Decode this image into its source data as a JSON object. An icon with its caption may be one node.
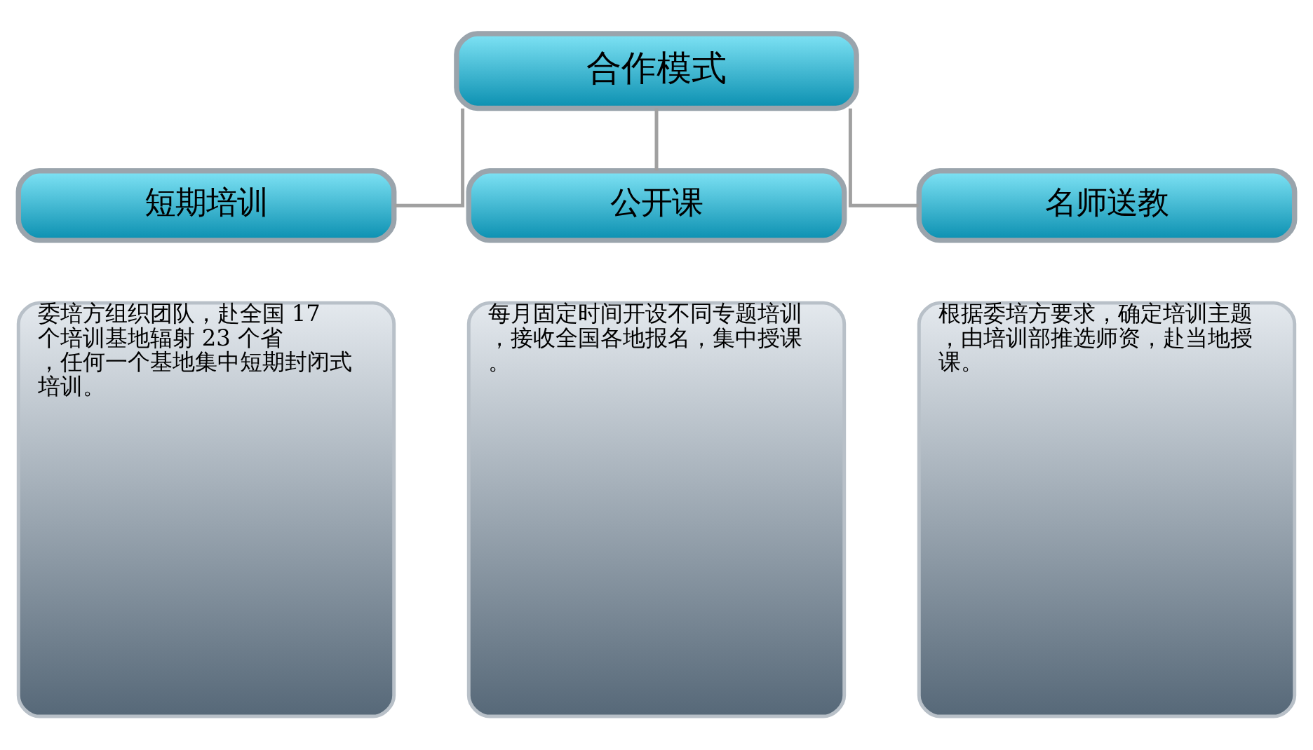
{
  "diagram": {
    "nodes": [
      {
        "text": [
          "合作模式"
        ]
      },
      {
        "text": [
          "短期培训"
        ]
      },
      {
        "text": [
          "公开课"
        ]
      },
      {
        "text": [
          "名师送教"
        ]
      },
      {
        "text": [
          "委培方组织团队，赴全国 17 个培训基地辐射 23 个省，任何一个基地集中短期封闭式培训。"
        ]
      },
      {
        "text": [
          "每月固定时间开设不同专题培训，接收全国各地报名，集中授课。"
        ]
      },
      {
        "text": [
          "根据委培方要求，确定培训主题，由培训部推选师资，赴当地授课。"
        ]
      }
    ],
    "edges": [
      {
        "from": 0,
        "to": 1,
        "arrow": "none"
      },
      {
        "from": 0,
        "to": 2,
        "arrow": "none"
      },
      {
        "from": 0,
        "to": 3,
        "arrow": "none"
      }
    ]
  }
}
